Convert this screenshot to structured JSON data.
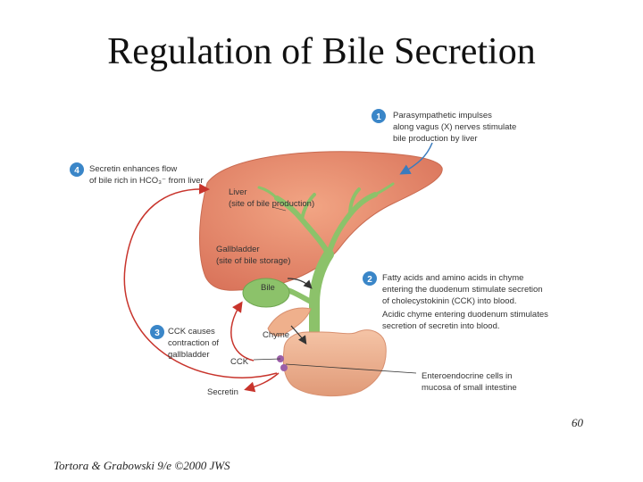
{
  "title": "Regulation of Bile Secretion",
  "steps": [
    {
      "num": "1",
      "lines": [
        "Parasympathetic impulses",
        "along vagus (X) nerves stimulate",
        "bile production by liver"
      ]
    },
    {
      "num": "2",
      "lines": [
        "Fatty acids and amino acids in chyme",
        "entering the duodenum stimulate secretion",
        "of cholecystokinin (CCK) into blood.",
        "Acidic chyme entering duodenum stimulates",
        "secretion of secretin into blood."
      ]
    },
    {
      "num": "3",
      "lines": [
        "CCK causes",
        "contraction of",
        "gallbladder"
      ]
    },
    {
      "num": "4",
      "lines": [
        "Secretin enhances flow",
        "of bile rich in HCO₃⁻ from liver"
      ]
    }
  ],
  "labels": {
    "liver": [
      "Liver",
      "(site of bile production)"
    ],
    "gallbladder": [
      "Gallbladder",
      "(site of bile storage)"
    ],
    "bile": "Bile",
    "chyme": "Chyme",
    "cck": "CCK",
    "secretin": "Secretin",
    "enteroendocrine": [
      "Enteroendocrine cells in",
      "mucosa of small intestine"
    ]
  },
  "colors": {
    "liver": "#e8906f",
    "duct": "#8cc26a",
    "intestine": "#efb08c",
    "badge": "#3a86c8",
    "hormone_arrow": "#c8342c",
    "nerve_arrow": "#3a7bbd"
  },
  "page_number": "60",
  "footer": "Tortora & Grabowski 9/e ©2000 JWS"
}
